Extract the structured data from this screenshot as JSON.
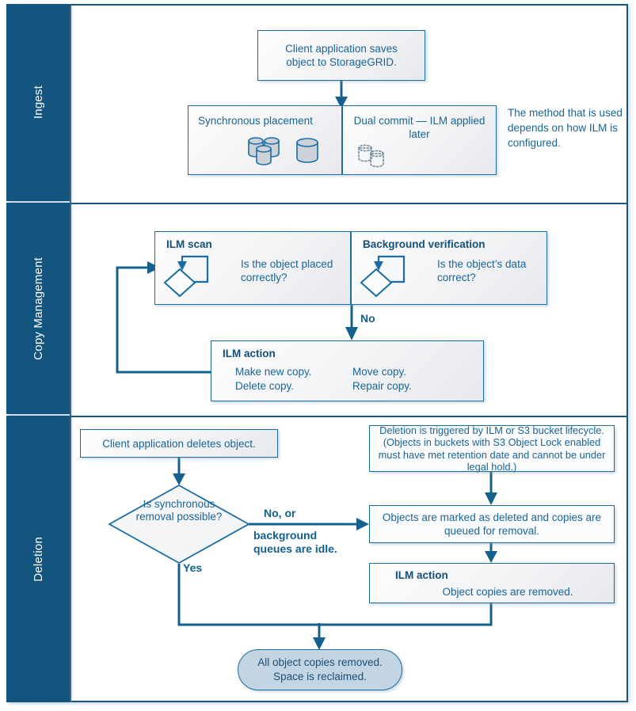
{
  "diagram": {
    "title": "StorageGRID object lifecycle",
    "colors": {
      "band_label_bg": "#13557e",
      "band_label_text": "#ffffff",
      "box_border": "#1b6da3",
      "box_text": "#1a6496",
      "bold_label": "#13608f",
      "frame_border": "#18557f",
      "pill_fill": "#c3d4e2",
      "connector": "#14618f"
    }
  },
  "bands": [
    {
      "id": "ingest",
      "label": "Ingest"
    },
    {
      "id": "copy-management",
      "label": "Copy Management"
    },
    {
      "id": "deletion",
      "label": "Deletion"
    }
  ],
  "ingest": {
    "client_save_box": "Client application saves object to StorageGRID.",
    "synchronous_placement": {
      "label": "Synchronous placement",
      "icons": [
        "cylinder-stack-icon",
        "cylinder-icon"
      ]
    },
    "dual_commit": {
      "label": "Dual commit — ILM applied later",
      "icons": [
        "dashed-cylinder-icon",
        "dashed-cylinder-icon"
      ]
    },
    "note": "The method that is used depends on how ILM is configured."
  },
  "copy_management": {
    "ilm_scan": {
      "title": "ILM scan",
      "question": "Is the object placed correctly?",
      "icon": "decision-loop-icon"
    },
    "background_verification": {
      "title": "Background verification",
      "question": "Is the object’s data correct?",
      "icon": "decision-loop-icon"
    },
    "no_label": "No",
    "ilm_action": {
      "title": "ILM action",
      "left_actions": "Make new copy. Delete copy.",
      "left_action_1": "Make new copy.",
      "left_action_2": "Delete copy.",
      "right_action_1": "Move copy.",
      "right_action_2": "Repair copy."
    }
  },
  "deletion": {
    "client_delete_box": "Client application deletes object.",
    "decision": "Is synchronous removal possible?",
    "branch_no_label_1": "No, or",
    "branch_no_label_2": "background queues are idle.",
    "branch_yes_label": "Yes",
    "trigger_note": "Deletion is triggered by ILM or  S3 bucket lifecycle. (Objects in buckets with S3 Object Lock enabled must have met retention date and cannot be under legal hold.)",
    "marked_deleted": "Objects are marked as deleted and copies are queued for removal.",
    "ilm_action": {
      "title": "ILM action",
      "body": "Object copies are removed."
    },
    "final": "All object copies removed. Space is reclaimed.",
    "final_line1": "All object copies removed.",
    "final_line2": "Space is reclaimed."
  }
}
